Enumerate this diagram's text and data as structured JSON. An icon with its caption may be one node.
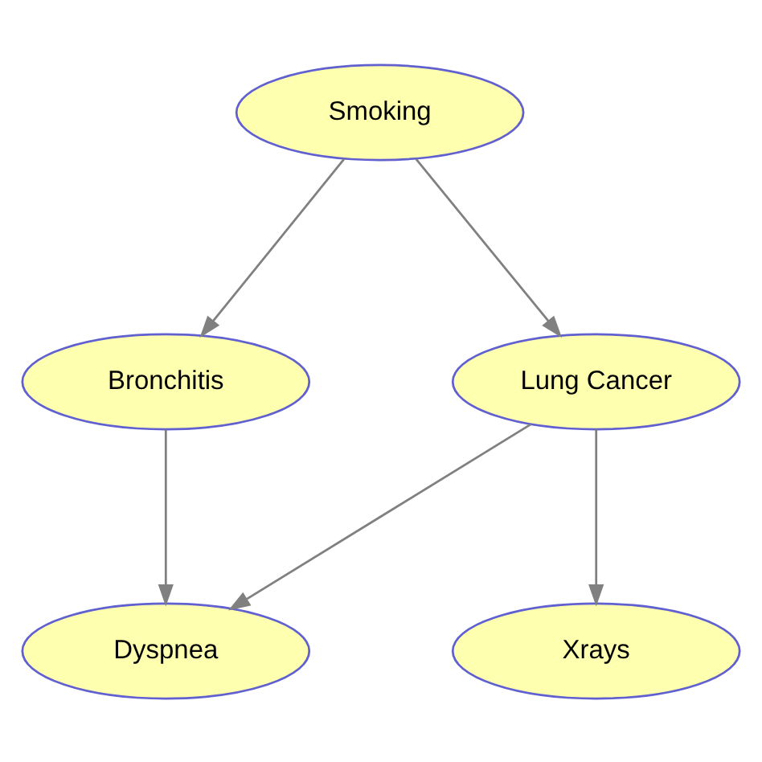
{
  "diagram": {
    "nodes": [
      {
        "text": [
          "Smoking"
        ]
      },
      {
        "text": [
          "Bronchitis"
        ]
      },
      {
        "text": [
          "Lung Cancer"
        ]
      },
      {
        "text": [
          "Dyspnea"
        ]
      },
      {
        "text": [
          "Xrays"
        ]
      }
    ],
    "edges": [
      {
        "from": 0,
        "to": 1,
        "arrow": "to"
      },
      {
        "from": 0,
        "to": 2,
        "arrow": "to"
      },
      {
        "from": 1,
        "to": 3,
        "arrow": "to"
      },
      {
        "from": 2,
        "to": 3,
        "arrow": "to"
      },
      {
        "from": 2,
        "to": 4,
        "arrow": "to"
      }
    ]
  }
}
